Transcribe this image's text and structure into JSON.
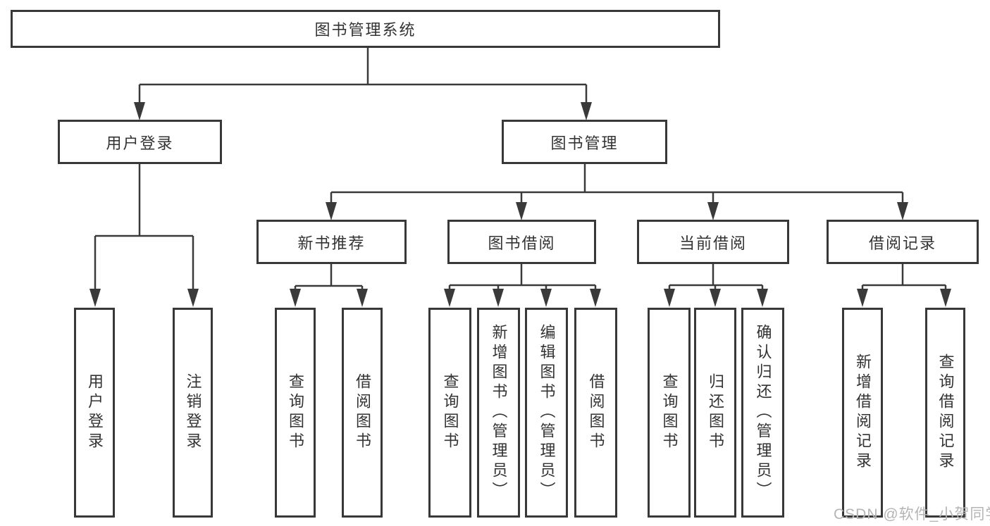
{
  "watermark": "CSDN @软件_小贺同学",
  "nodes": {
    "root": "图书管理系统",
    "user_login": "用户登录",
    "book_management": "图书管理",
    "new_book_recommend": "新书推荐",
    "book_borrow": "图书借阅",
    "current_borrow": "当前借阅",
    "borrow_record": "借阅记录",
    "leaf_user_login": "用户登录",
    "leaf_logout": "注销登录",
    "nbr_query_books": "查询图书",
    "nbr_borrow_books": "借阅图书",
    "bb_query_books": "查询图书",
    "bb_add_books": "新增图书（管理员）",
    "bb_edit_books": "编辑图书（管理员）",
    "bb_borrow_books": "借阅图书",
    "cb_query_books": "查询图书",
    "cb_return_books": "归还图书",
    "cb_confirm_return": "确认归还（管理员）",
    "br_add_record": "新增借阅记录",
    "br_query_record": "查询借阅记录"
  }
}
